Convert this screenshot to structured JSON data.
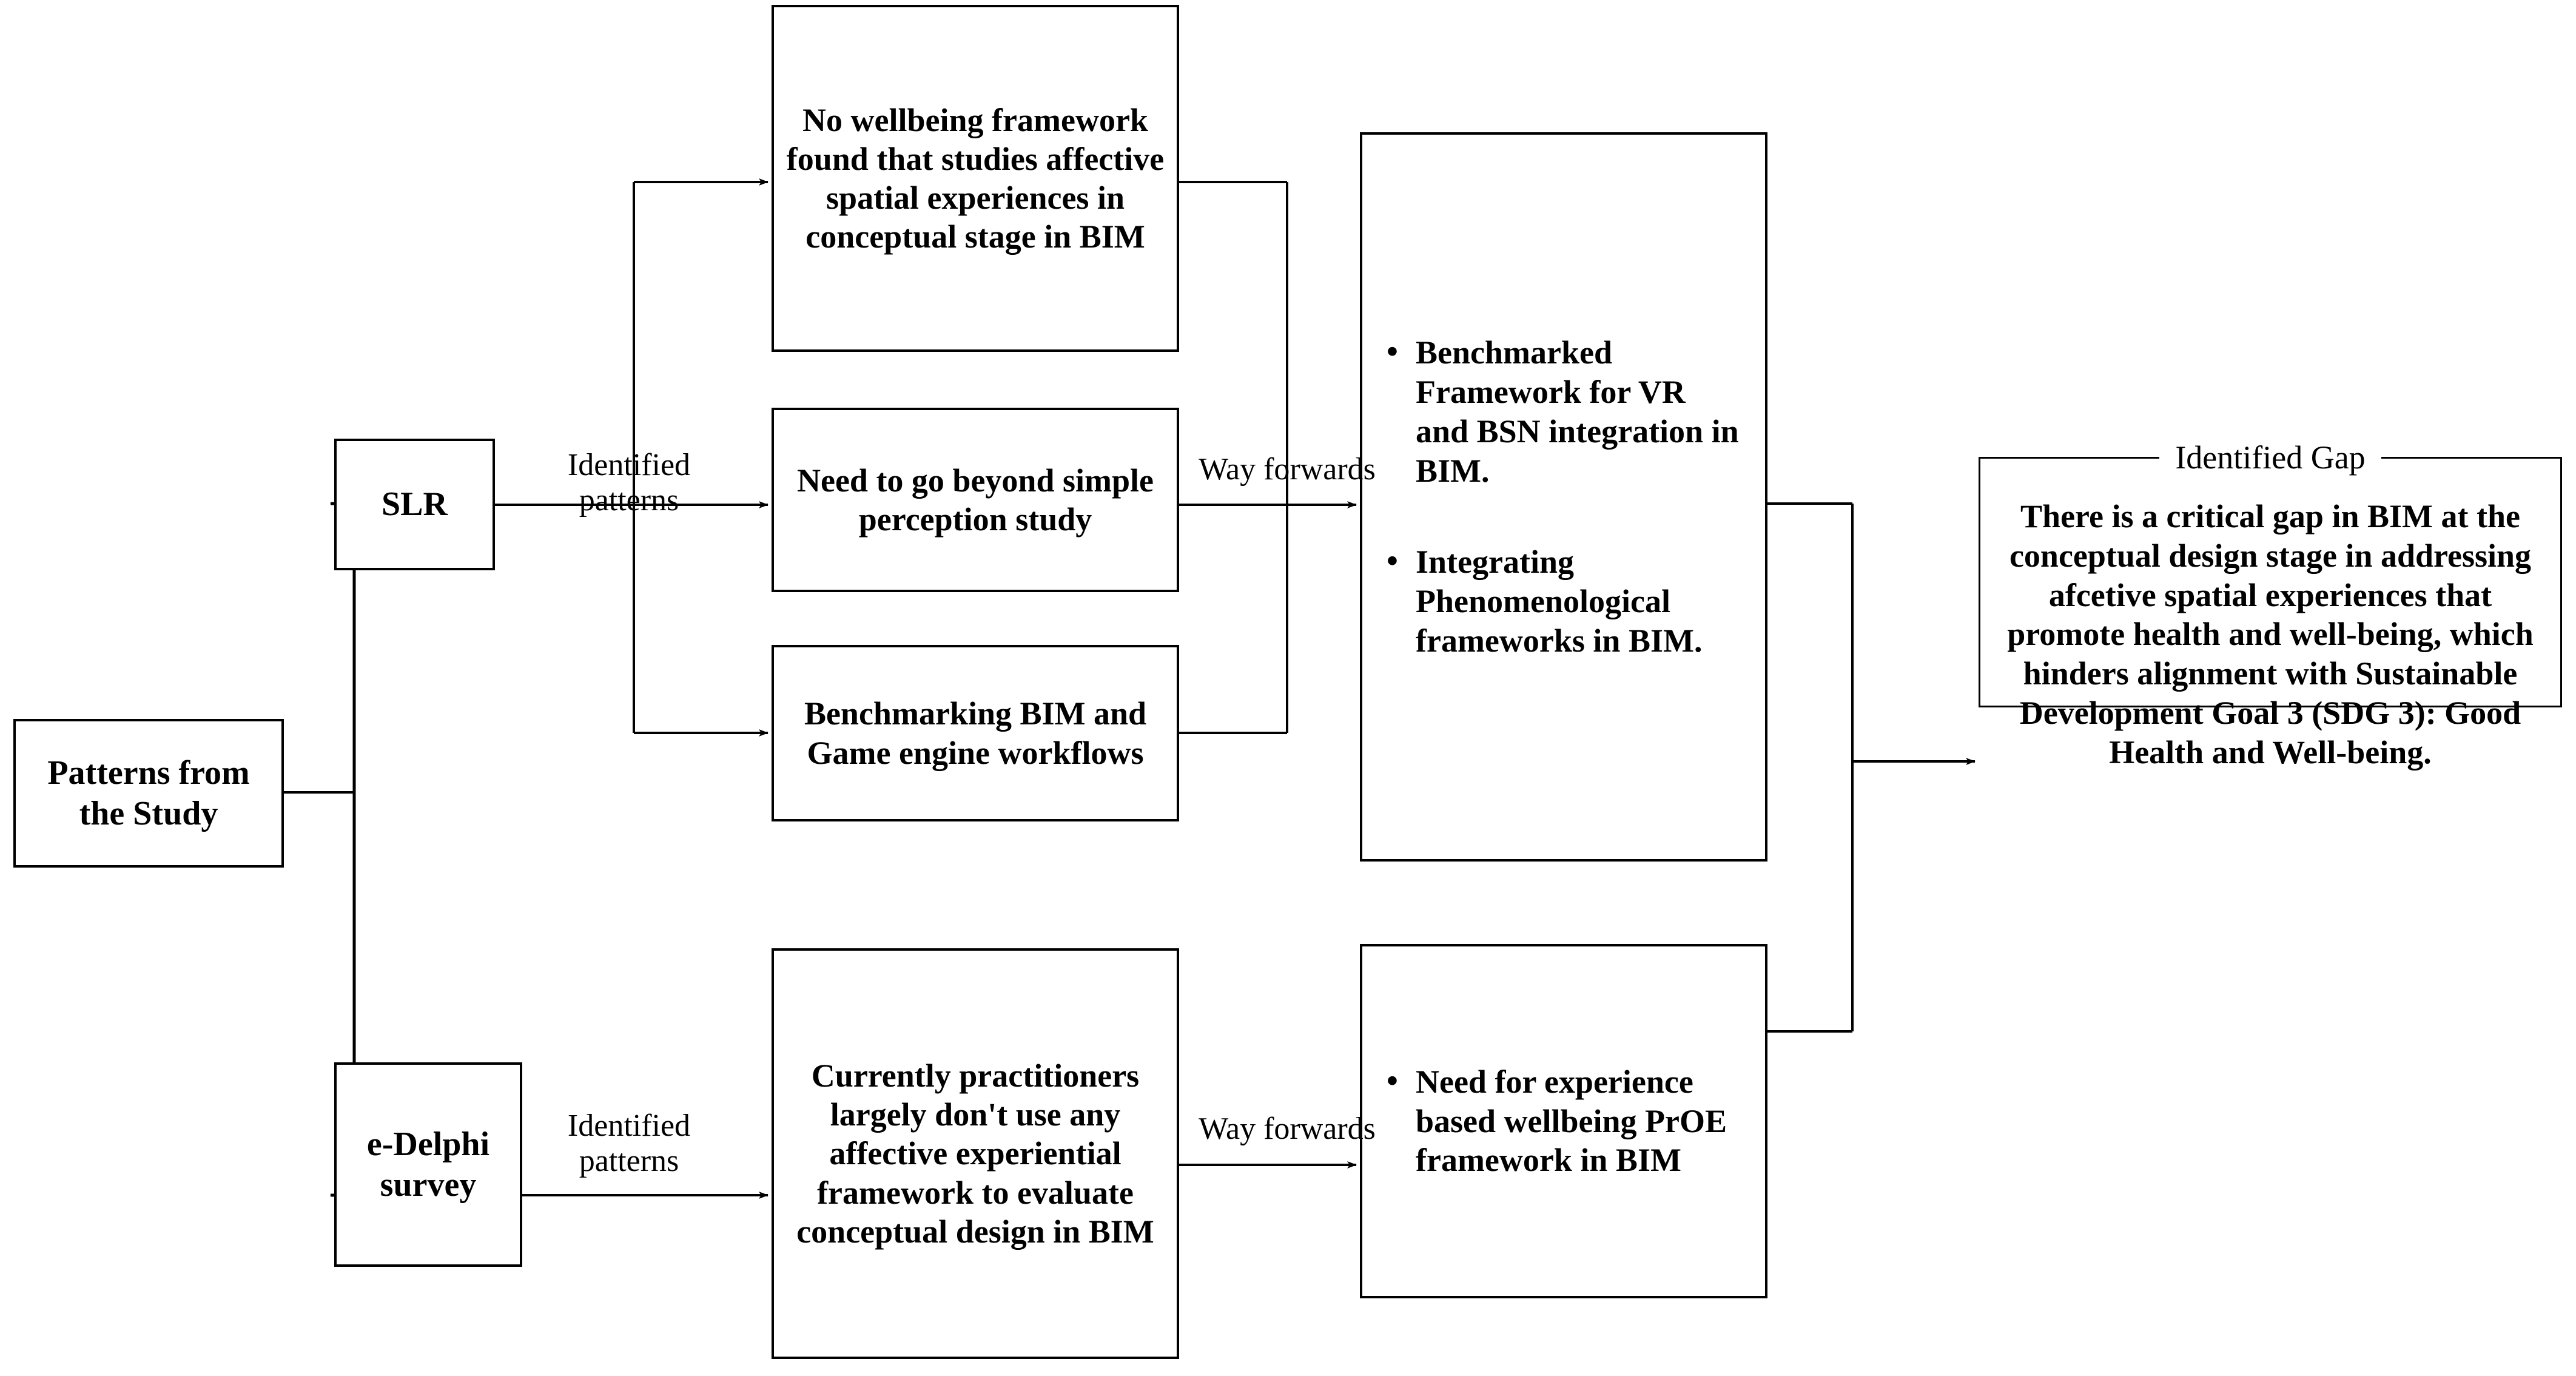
{
  "diagram": {
    "title": "Research patterns to identified gap flow",
    "line_color": "#000000",
    "box_fill": "#ffffff"
  },
  "nodes": {
    "patterns": {
      "label": "Patterns from the Study"
    },
    "slr": {
      "label": "SLR"
    },
    "delphi": {
      "label": "e-Delphi survey"
    },
    "slr_findings": [
      {
        "label": "No wellbeing framework found that studies affective spatial experiences in conceptual stage in BIM"
      },
      {
        "label": "Need to go beyond simple perception study"
      },
      {
        "label": "Benchmarking BIM and Game engine workflows"
      }
    ],
    "delphi_findings": [
      {
        "label": "Currently practitioners largely don't use any affective experiential framework to evaluate conceptual design in BIM"
      }
    ],
    "slr_way_forwards": {
      "bullets": [
        "Benchmarked Framework for VR and BSN integration in BIM.",
        "Integrating Phenomenological frameworks in BIM."
      ]
    },
    "delphi_way_forwards": {
      "bullets": [
        "Need for experience based wellbeing PrOE framework in BIM"
      ]
    },
    "gap": {
      "legend": "Identified Gap",
      "body": "There is a critical gap in BIM at the conceptual design stage in addressing afcetive spatial experiences that promote health and well-being, which hinders alignment with Sustainable Development Goal 3 (SDG 3): Good Health and Well-being."
    }
  },
  "edge_labels": {
    "identified_patterns_slr": "Identified patterns",
    "identified_patterns_delphi": "Identified patterns",
    "way_forwards_slr": "Way forwards",
    "way_forwards_delphi": "Way forwards"
  }
}
